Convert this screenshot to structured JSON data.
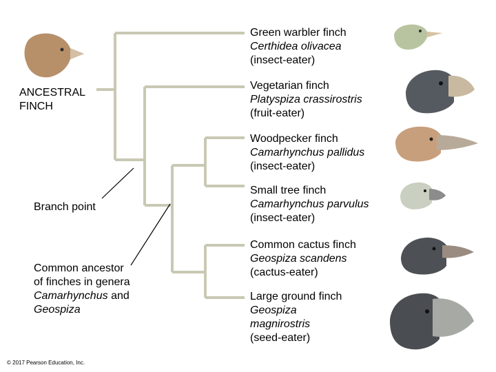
{
  "labels": {
    "ancestral_line1": "ANCESTRAL",
    "ancestral_line2": "FINCH",
    "branch_point": "Branch point",
    "common_ancestor_line1": "Common ancestor",
    "common_ancestor_line2": "of finches in genera",
    "genus1": "Camarhynchus",
    "and_word": "and",
    "genus2": "Geospiza"
  },
  "species": [
    {
      "common": "Green warbler finch",
      "scientific": "Certhidea olivacea",
      "diet": "(insect-eater)",
      "color": "#b8c4a0"
    },
    {
      "common": "Vegetarian finch",
      "scientific": "Platyspiza crassirostris",
      "diet": "(fruit-eater)",
      "color": "#555a60"
    },
    {
      "common": "Woodpecker finch",
      "scientific": "Camarhynchus pallidus",
      "diet": "(insect-eater)",
      "color": "#c89f7c"
    },
    {
      "common": "Small tree finch",
      "scientific": "Camarhynchus parvulus",
      "diet": "(insect-eater)",
      "color": "#c9cfc1"
    },
    {
      "common": "Common cactus finch",
      "scientific": "Geospiza scandens",
      "diet": "(cactus-eater)",
      "color": "#4d5055"
    },
    {
      "common": "Large ground finch",
      "scientific": "Geospiza",
      "scientific2": "magnirostris",
      "diet": "(seed-eater)",
      "color": "#4a4d51"
    }
  ],
  "copyright": "© 2017 Pearson Education, Inc.",
  "colors": {
    "branch": "#c8c8b4",
    "ancestral_bird": "#b7906a",
    "beak_light": "#c9b9a0",
    "beak_dark": "#8c8c8c"
  }
}
